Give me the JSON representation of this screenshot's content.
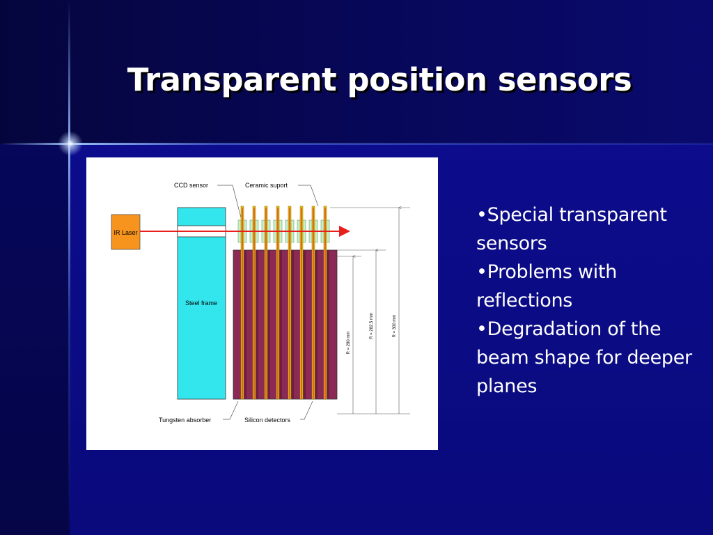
{
  "slide": {
    "title": "Transparent position sensors"
  },
  "diagram": {
    "labels": {
      "ccd_sensor": "CCD sensor",
      "ceramic_support": "Ceramic suport",
      "ir_laser": "IR Laser",
      "steel_frame": "Steel frame",
      "tungsten_absorber": "Tungsten absorber",
      "silicon_detectors": "Silicon detectors",
      "r1": "R = 280 mm",
      "r2": "R = 282.5 mm",
      "r3": "R = 300 mm"
    },
    "plane_count": 8,
    "colors": {
      "laser_box": "#f7941d",
      "steel_frame": "#33e6ee",
      "absorber": "#8b2a55",
      "ceramic": "#e8c11a",
      "sensor": "#c8f0c8",
      "beam": "#e8201c"
    }
  },
  "bullets": [
    "•Special transparent sensors",
    "•Problems with reflections",
    "•Degradation of the beam shape for deeper planes"
  ]
}
